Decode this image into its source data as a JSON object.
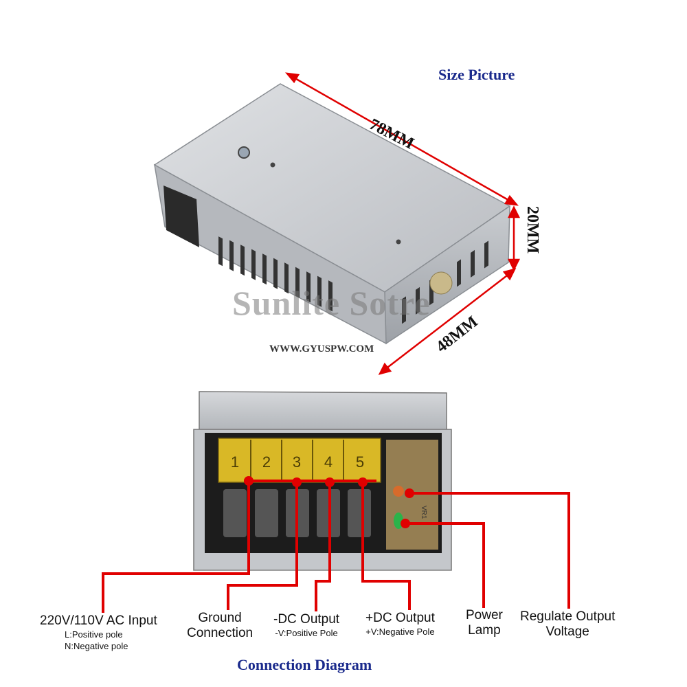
{
  "titles": {
    "size_picture": "Size Picture",
    "connection_diagram": "Connection Diagram"
  },
  "dimensions": {
    "length": "78MM",
    "height": "20MM",
    "width": "48MM"
  },
  "watermark": {
    "store": "Sunlite Sotre",
    "website": "WWW.GYUSPW.COM"
  },
  "terminal_numbers": [
    "1",
    "2",
    "3",
    "4",
    "5"
  ],
  "trimmer_label": "VR1",
  "connections": [
    {
      "main": "220V/110V AC Input",
      "sub1": "L:Positive pole",
      "sub2": "N:Negative pole"
    },
    {
      "main1": "Ground",
      "main2": "Connection"
    },
    {
      "main": "-DC Output",
      "sub": "-V:Positive Pole"
    },
    {
      "main": "+DC Output",
      "sub": "+V:Negative Pole"
    },
    {
      "main1": "Power",
      "main2": "Lamp"
    },
    {
      "main1": "Regulate Output",
      "main2": "Voltage"
    }
  ],
  "colors": {
    "title": "#1a2a8c",
    "leader_line": "#e00000",
    "terminal_block": "#d9b826",
    "housing": "#c8cbcf"
  }
}
